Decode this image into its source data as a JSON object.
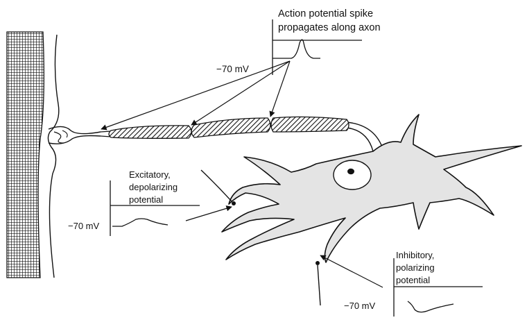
{
  "labels": {
    "action_potential_line1": "Action potential spike",
    "action_potential_line2": "propagates along axon",
    "top_voltage": "−70  mV",
    "excitatory_line1": "Excitatory,",
    "excitatory_line2": "depolarizing",
    "excitatory_line3": "potential",
    "left_voltage": "−70 mV",
    "inhibitory_line1": "Inhibitory,",
    "inhibitory_line2": "polarizing",
    "inhibitory_line3": "potential",
    "bottom_voltage": "−70 mV"
  },
  "colors": {
    "stroke": "#111111",
    "cell_body_fill": "#e4e4e4",
    "background": "#ffffff"
  }
}
